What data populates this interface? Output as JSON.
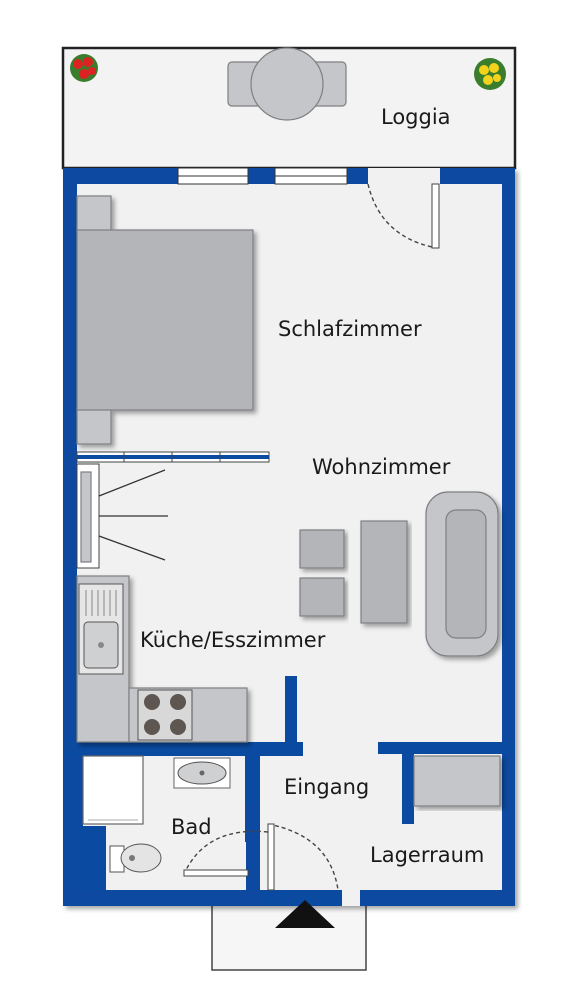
{
  "rooms": {
    "loggia": "Loggia",
    "schlafzimmer": "Schlafzimmer",
    "wohnzimmer": "Wohnzimmer",
    "kueche": "Küche/Esszimmer",
    "eingang": "Eingang",
    "bad": "Bad",
    "lagerraum": "Lagerraum"
  },
  "colors": {
    "wall": "#0a4aa0",
    "floor": "#f1f1f1",
    "furniture": "#b3b5b8",
    "entrance_arrow": "#111111"
  },
  "icons": [
    "plant-icon",
    "entrance-arrow-icon"
  ]
}
